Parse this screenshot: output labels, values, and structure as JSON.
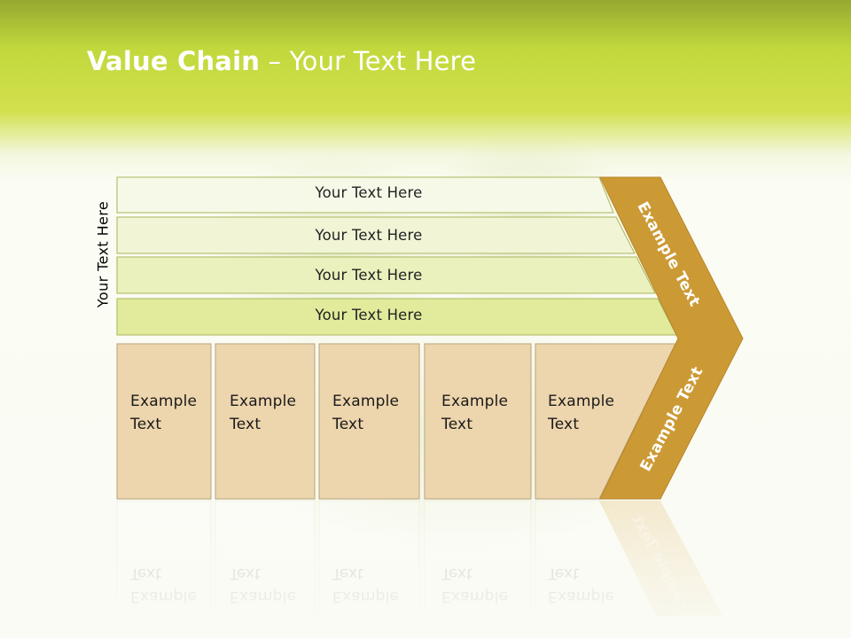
{
  "slide": {
    "title_bold": "Value Chain",
    "title_rest": " – Your Text Here",
    "vertical_label": "Your Text Here"
  },
  "rows": [
    {
      "label": "Your Text Here",
      "fill": "#f7f9e8"
    },
    {
      "label": "Your Text Here",
      "fill": "#f1f5d6"
    },
    {
      "label": "Your Text Here",
      "fill": "#eaf1bd"
    },
    {
      "label": "Your Text Here",
      "fill": "#e2eb9c"
    }
  ],
  "columns": [
    {
      "label": "Example\nText"
    },
    {
      "label": "Example\nText"
    },
    {
      "label": "Example\nText"
    },
    {
      "label": "Example\nText"
    },
    {
      "label": "Example\nText"
    }
  ],
  "chevron": {
    "top_text": "Example Text",
    "bottom_text": "Example Text",
    "color": "#cc9a35"
  },
  "colors": {
    "column_fill": "#edd5ad",
    "row_stroke": "#a9b55a",
    "column_stroke": "#b9a27c",
    "header_green": "#c2d83c"
  }
}
